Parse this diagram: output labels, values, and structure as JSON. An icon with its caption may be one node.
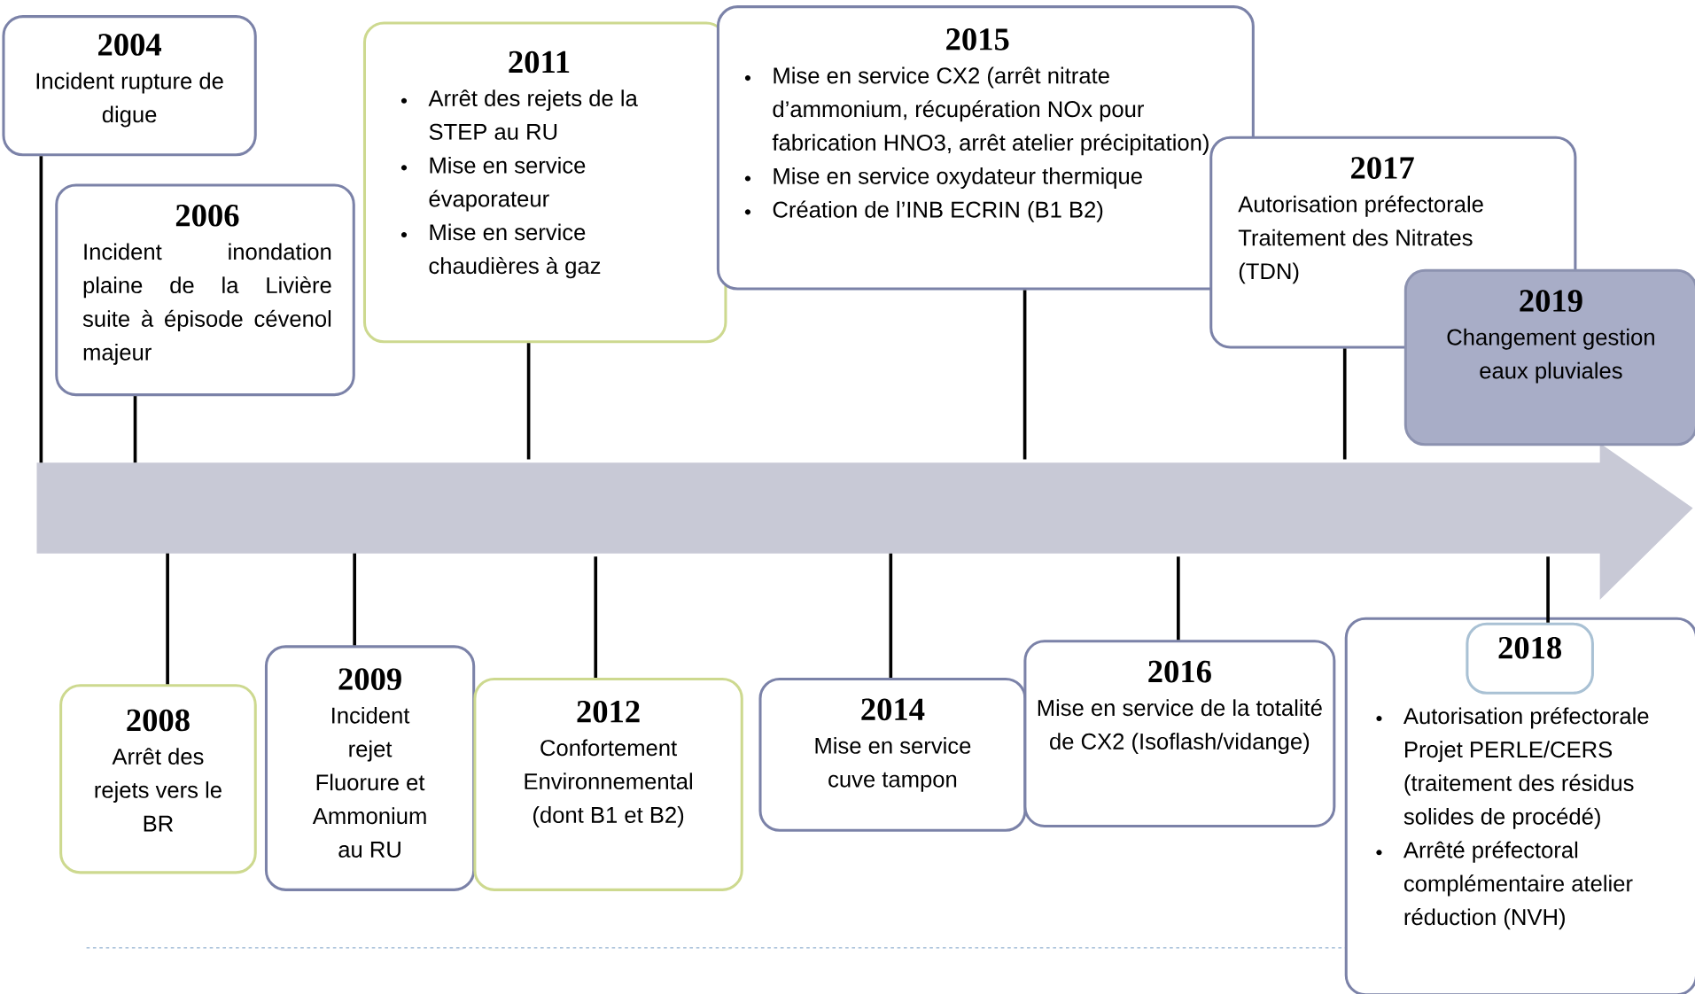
{
  "diagram": {
    "nodes": [
      {
        "text": [
          "2004",
          "Incident rupture de digue"
        ]
      },
      {
        "text": [
          "2006",
          "Incident inondation plaine de la Livière suite à épisode cévenol majeur"
        ]
      },
      {
        "text": [
          "2011",
          "Arrêt des rejets de la STEP au RU",
          "Mise en service évaporateur",
          "Mise en service chaudières à gaz"
        ]
      },
      {
        "text": [
          "2015",
          "Mise en service CX2 (arrêt nitrate d’ammonium, récupération NOx pour fabrication HNO3, arrêt atelier précipitation)",
          "Mise en service oxydateur thermique",
          "Création de l’INB ECRIN (B1 B2)"
        ]
      },
      {
        "text": [
          "2017",
          "Autorisation préfectorale Traitement des Nitrates (TDN)"
        ]
      },
      {
        "text": [
          "2019",
          "Changement gestion eaux pluviales"
        ]
      },
      {
        "text": [
          "2008",
          "Arrêt des rejets vers le BR"
        ]
      },
      {
        "text": [
          "2009",
          "Incident rejet Fluorure et Ammonium au RU"
        ]
      },
      {
        "text": [
          "2012",
          "Confortement Environnemental (dont B1 et B2)"
        ]
      },
      {
        "text": [
          "2014",
          "Mise en service cuve tampon"
        ]
      },
      {
        "text": [
          "2016",
          "Mise en service de la totalité de CX2 (Isoflash/vidange)"
        ]
      },
      {
        "text": [
          "Autorisation préfectorale Projet PERLE/CERS (traitement des résidus solides de procédé)",
          "Arrêté préfectoral complémentaire atelier réduction (NVH)"
        ]
      },
      {
        "text": [
          "2018"
        ],
        "in": 11
      }
    ],
    "edges": [
      {
        "from": 0,
        "to": null,
        "arrow": "none"
      },
      {
        "from": 1,
        "to": null,
        "arrow": "none"
      },
      {
        "from": 2,
        "to": null,
        "arrow": "none"
      },
      {
        "from": 3,
        "to": null,
        "arrow": "none"
      },
      {
        "from": 4,
        "to": null,
        "arrow": "none"
      },
      {
        "from": 6,
        "to": null,
        "arrow": "none"
      },
      {
        "from": 7,
        "to": null,
        "arrow": "none"
      },
      {
        "from": 8,
        "to": null,
        "arrow": "none"
      },
      {
        "from": 9,
        "to": null,
        "arrow": "none"
      },
      {
        "from": 10,
        "to": null,
        "arrow": "none"
      },
      {
        "from": 12,
        "to": null,
        "arrow": "none"
      }
    ]
  }
}
